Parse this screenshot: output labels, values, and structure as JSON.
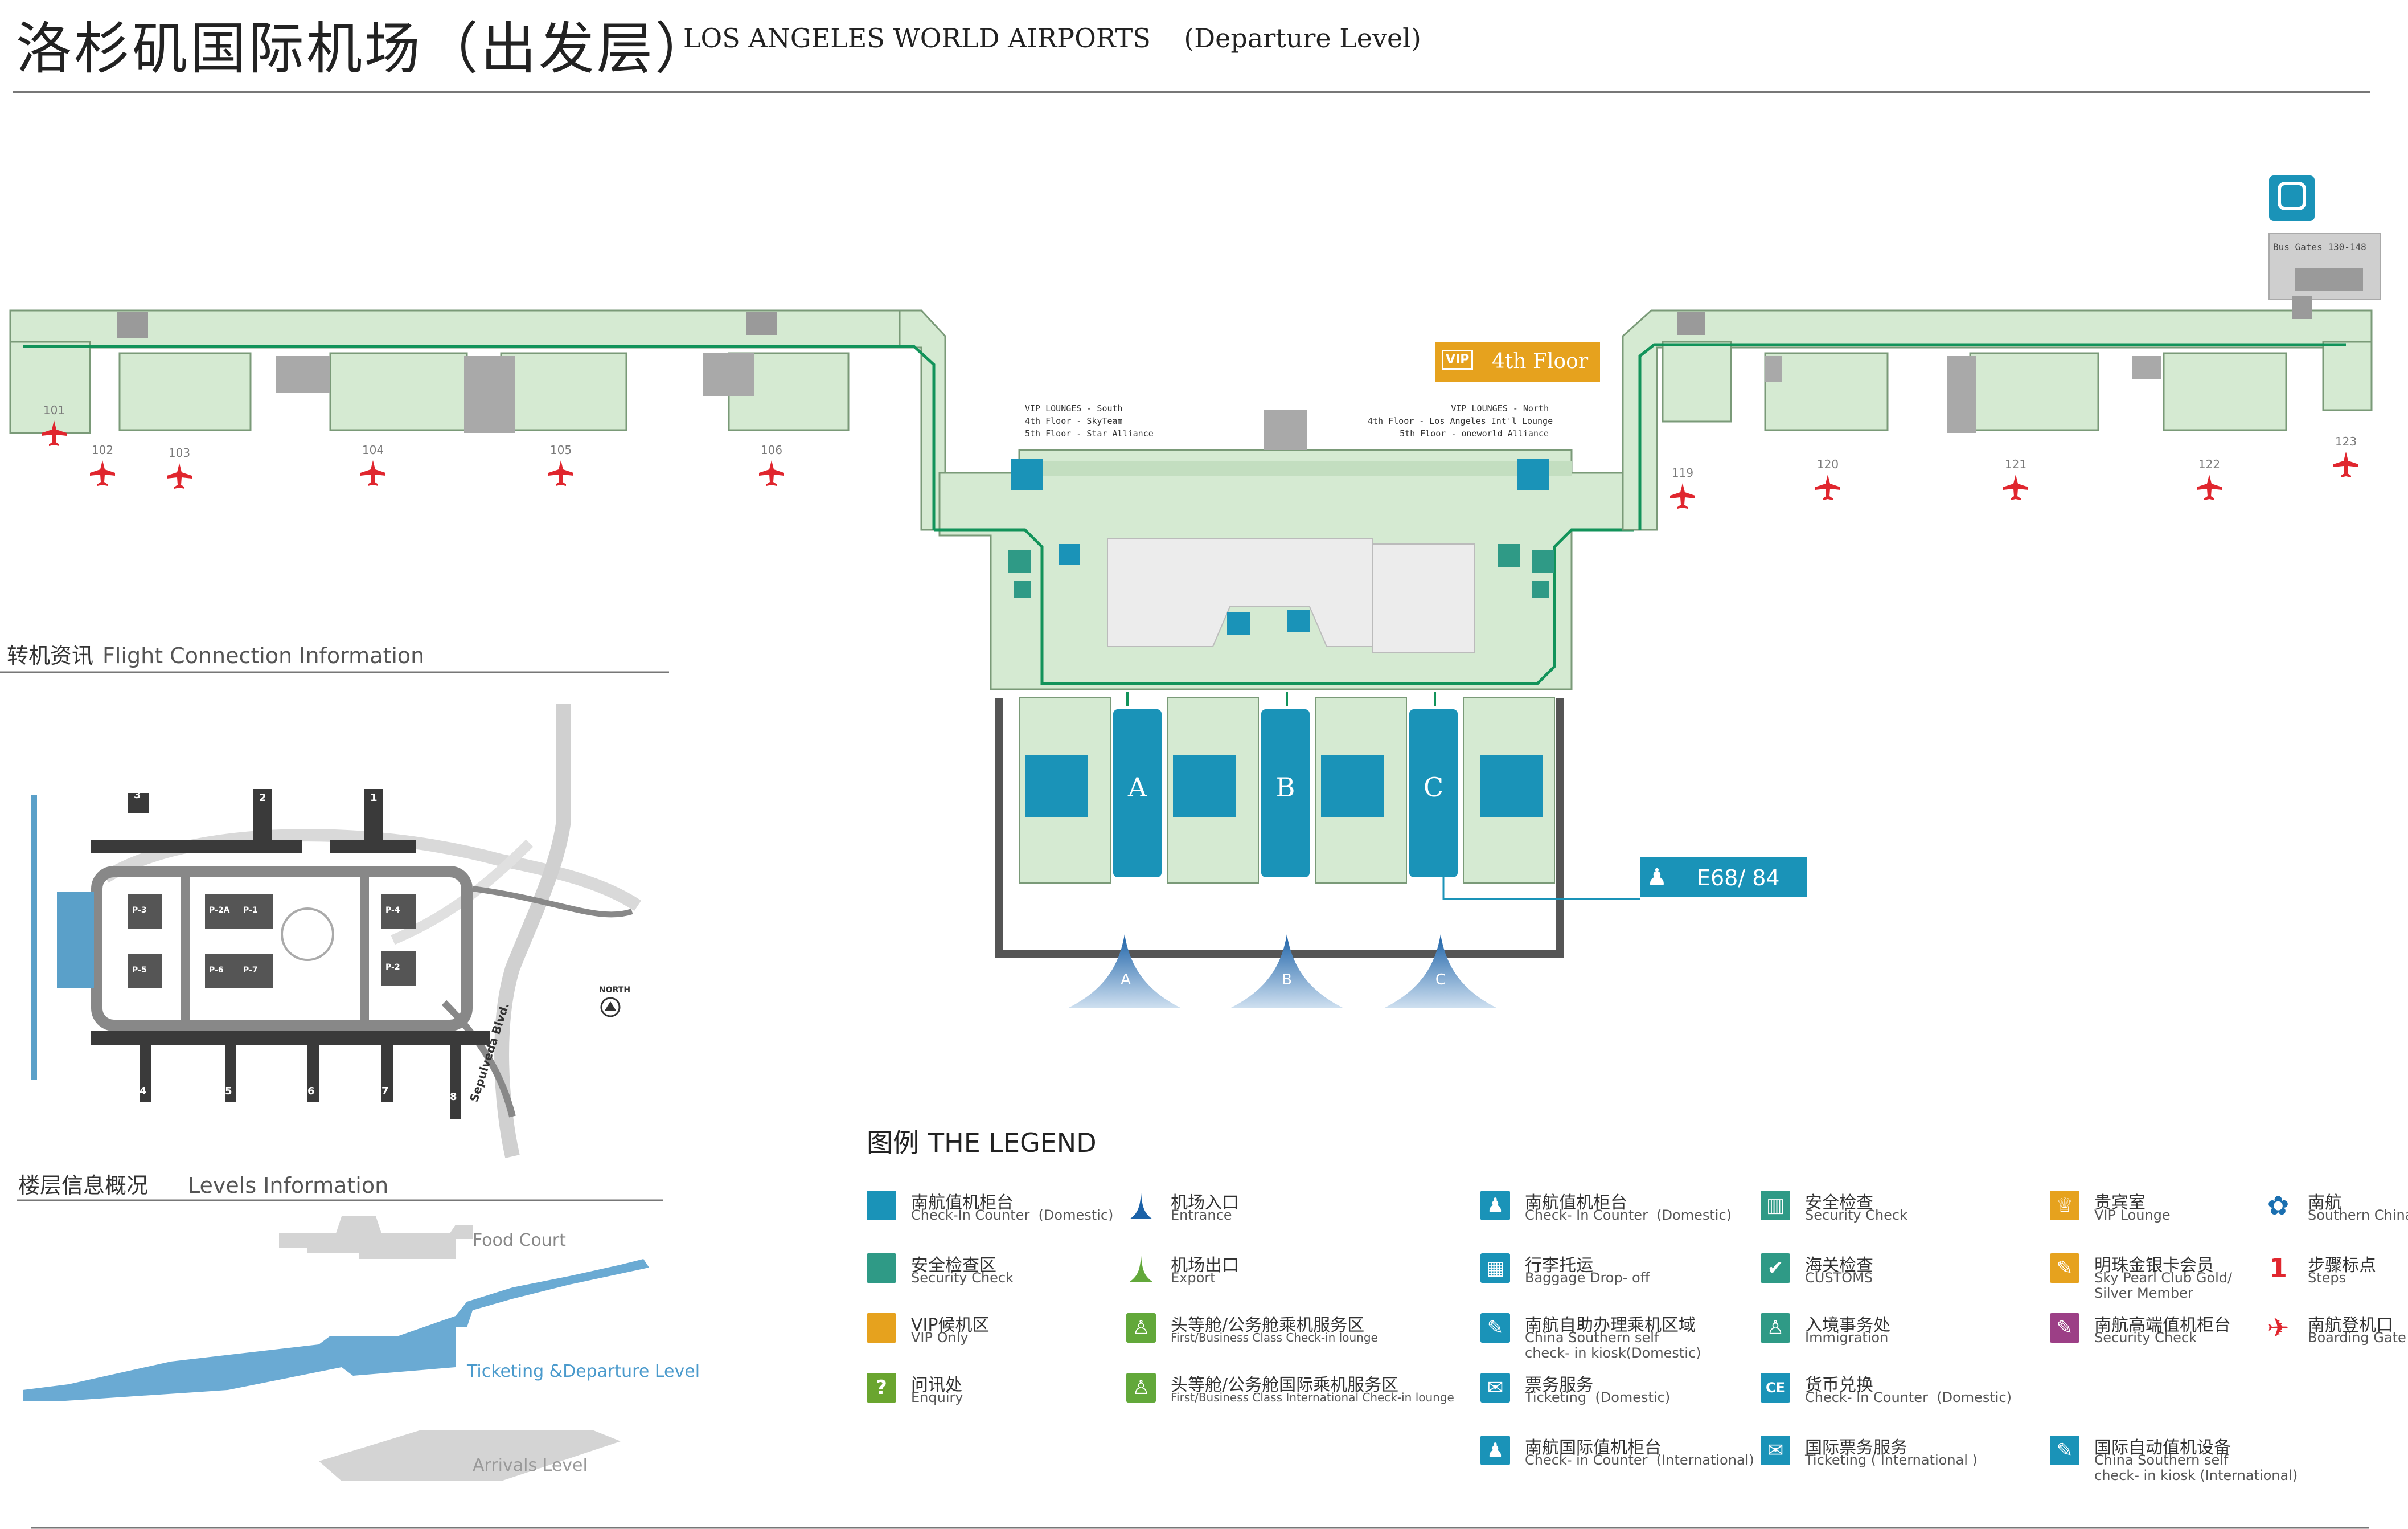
{
  "header": {
    "title_zh": "洛杉矶国际机场（出发层）",
    "title_en": "LOS ANGELES WORLD AIRPORTS",
    "title_level": "(Departure Level)"
  },
  "colors": {
    "building": "#d5ead2",
    "building_stroke": "#7a9a78",
    "route": "#12935a",
    "checkin": "#1a93b8",
    "security": "#2f9a86",
    "vip": "#e6a21e",
    "boarding_gate": "#e0262e",
    "arrow": "#1c62a8"
  },
  "gates": {
    "west": [
      "101",
      "102",
      "103",
      "104",
      "105",
      "106"
    ],
    "east": [
      "119",
      "120",
      "121",
      "122",
      "123"
    ]
  },
  "bus_gates_label": "Bus Gates 130-148",
  "fourth_floor": {
    "badge": "VIP",
    "label": "4th Floor"
  },
  "vip_lounges_south": [
    "VIP LOUNGES - South",
    "4th Floor - SkyTeam",
    "5th Floor - Star Alliance"
  ],
  "vip_lounges_north": [
    "VIP LOUNGES - North",
    "4th Floor - Los Angeles Int'l Lounge",
    "5th Floor - oneworld Alliance"
  ],
  "counters": [
    "A",
    "B",
    "C"
  ],
  "entrance_labels": [
    "A",
    "B",
    "C"
  ],
  "gate_callout": "E68/ 84",
  "sections": {
    "flight_connection": {
      "zh": "转机资讯",
      "en": "Flight Connection Information"
    },
    "levels_info": {
      "zh": "楼层信息概况",
      "en": "Levels Information"
    },
    "legend": {
      "zh": "图例",
      "en": "THE LEGEND"
    }
  },
  "flight_connection_map": {
    "terminals_top": [
      "3",
      "2",
      "1"
    ],
    "terminals_bottom": [
      "4",
      "5",
      "6",
      "7",
      "8"
    ],
    "parking": [
      "P-3",
      "P-2A",
      "P-1",
      "P-4",
      "P-5",
      "P-6",
      "P-7",
      "P-2"
    ],
    "north": "NORTH",
    "road": "Sepulveda Blvd."
  },
  "levels": {
    "food_court": "Food Court",
    "ticketing": "Ticketing &Departure Level",
    "arrivals": "Arrivals Level"
  },
  "legend": [
    {
      "zh": "南航值机柜台",
      "en": "Check-In Counter  (Domestic)",
      "icon": "square-icon",
      "color": "#1a93b8",
      "glyph": ""
    },
    {
      "zh": "安全检查区",
      "en": "Security Check",
      "icon": "square-icon",
      "color": "#2f9a86",
      "glyph": ""
    },
    {
      "zh": "VIP候机区",
      "en": "VIP Only",
      "icon": "square-icon",
      "color": "#e6a21e",
      "glyph": ""
    },
    {
      "zh": "问讯处",
      "en": "Enquiry",
      "icon": "question-icon",
      "color": "#6aa52f",
      "glyph": "?"
    },
    {
      "zh": "机场入口",
      "en": "Entrance",
      "icon": "entrance-arrow-icon",
      "color": "#1c62a8",
      "glyph": ""
    },
    {
      "zh": "机场出口",
      "en": "Export",
      "icon": "exit-arrow-icon",
      "color": "#62a83a",
      "glyph": ""
    },
    {
      "zh": "头等舱/公务舱乘机服务区",
      "en": "First/Business Class Check-in lounge",
      "icon": "first-class-icon",
      "color": "#62a83a",
      "glyph": "♙"
    },
    {
      "zh": "头等舱/公务舱国际乘机服务区",
      "en": "First/Business Class International Check-in lounge",
      "icon": "first-class-intl-icon",
      "color": "#62a83a",
      "glyph": "♙"
    },
    {
      "zh": "南航值机柜台",
      "en": "Check- In Counter  (Domestic)",
      "icon": "counter-icon",
      "color": "#1a93b8",
      "glyph": "♟"
    },
    {
      "zh": "行李托运",
      "en": "Baggage Drop- off",
      "icon": "baggage-icon",
      "color": "#1a93b8",
      "glyph": "▦"
    },
    {
      "zh": "南航自助办理乘机区域",
      "en": "China Southern self\ncheck- in kiosk(Domestic)",
      "icon": "kiosk-icon",
      "color": "#1a93b8",
      "glyph": "✎"
    },
    {
      "zh": "票务服务",
      "en": "Ticketing  (Domestic)",
      "icon": "ticket-icon",
      "color": "#1a93b8",
      "glyph": "✉"
    },
    {
      "zh": "南航国际值机柜台",
      "en": "Check- in Counter  (International)",
      "icon": "counter-intl-icon",
      "color": "#1a93b8",
      "glyph": "♟"
    },
    {
      "zh": "安全检查",
      "en": "Security Check",
      "icon": "security-icon",
      "color": "#2f9a86",
      "glyph": "▥"
    },
    {
      "zh": "海关检查",
      "en": "CUSTOMS",
      "icon": "customs-icon",
      "color": "#2f9a86",
      "glyph": "✔"
    },
    {
      "zh": "入境事务处",
      "en": "Immigration",
      "icon": "immigration-icon",
      "color": "#2f9a86",
      "glyph": "♙"
    },
    {
      "zh": "货币兑换",
      "en": "Check- In Counter  (Domestic)",
      "icon": "currency-icon",
      "color": "#1a93b8",
      "glyph": "CE"
    },
    {
      "zh": "国际票务服务",
      "en": "Ticketing ( International )",
      "icon": "ticket-intl-icon",
      "color": "#1a93b8",
      "glyph": "✉"
    },
    {
      "zh": "贵宾室",
      "en": "VIP Lounge",
      "icon": "vip-icon",
      "color": "#e6a21e",
      "glyph": "♕"
    },
    {
      "zh": "明珠金银卡会员",
      "en": "Sky Pearl Club Gold/\nSilver Member",
      "icon": "sky-pearl-icon",
      "color": "#e6a21e",
      "glyph": "✎"
    },
    {
      "zh": "南航高端值机柜台",
      "en": "Security Check",
      "icon": "premium-counter-icon",
      "color": "#9c3f86",
      "glyph": "✎"
    },
    {
      "zh": "国际自动值机设备",
      "en": "China Southern self\ncheck- in kiosk (International)",
      "icon": "kiosk-intl-icon",
      "color": "#1a93b8",
      "glyph": "✎"
    },
    {
      "zh": "南航",
      "en": "Southern China",
      "icon": "csa-logo-icon",
      "color": "#1a6fb0",
      "glyph": "✿"
    },
    {
      "zh": "步骤标点",
      "en": "Steps",
      "icon": "step-marker-icon",
      "color": "#e0262e",
      "glyph": "1"
    },
    {
      "zh": "南航登机口",
      "en": "Boarding Gate",
      "icon": "plane-icon",
      "color": "#e0262e",
      "glyph": "✈"
    }
  ]
}
